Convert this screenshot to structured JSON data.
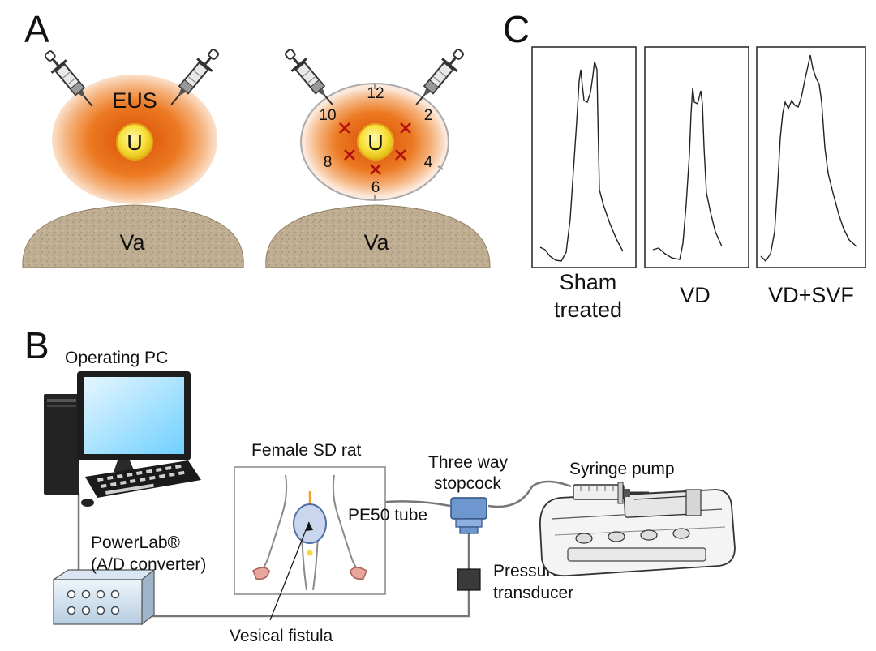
{
  "panel_a": {
    "letter": "A",
    "left": {
      "eus_label": "EUS",
      "urethra_label": "U",
      "vagina_label": "Va"
    },
    "right": {
      "urethra_label": "U",
      "vagina_label": "Va",
      "clock_positions": [
        "12",
        "2",
        "4",
        "6",
        "8",
        "10"
      ]
    }
  },
  "panel_b": {
    "letter": "B",
    "operating_pc": "Operating PC",
    "powerlab_line1": "PowerLab®",
    "powerlab_line2": "(A/D converter)",
    "rat_label": "Female SD rat",
    "pe50_label": "PE50 tube",
    "stopcock_line1": "Three way",
    "stopcock_line2": "stopcock",
    "syringe_pump": "Syringe pump",
    "transducer_line1": "Pressure",
    "transducer_line2": "transducer",
    "fistula_label": "Vesical fistula"
  },
  "panel_c": {
    "letter": "C",
    "traces": [
      {
        "label_line1": "Sham",
        "label_line2": "treated"
      },
      {
        "label_line1": "VD",
        "label_line2": ""
      },
      {
        "label_line1": "VD+SVF",
        "label_line2": ""
      }
    ]
  },
  "colors": {
    "eus_core": "#e8640a",
    "eus_halo": "#f6c6a0",
    "urethra": "#f7e24a",
    "vagina": "#b8a88e",
    "injection_mark": "#b01010",
    "stopcock": "#6f97cf",
    "bladder": "#c9d6ee"
  }
}
